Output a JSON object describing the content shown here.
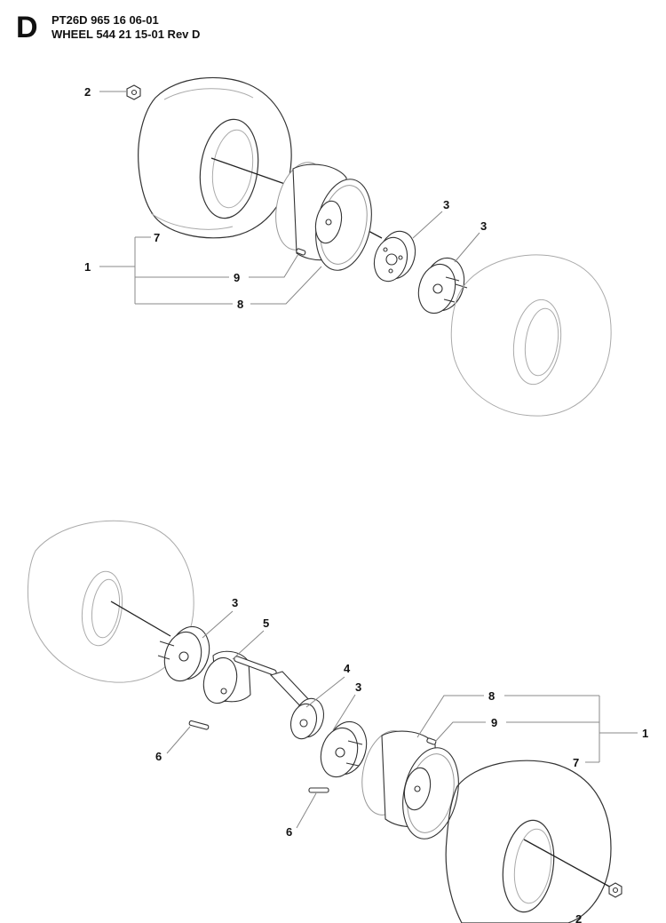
{
  "header": {
    "section_letter": "D",
    "line1": "PT26D 965 16 06-01",
    "line2": "WHEEL 544 21 15-01 Rev D"
  },
  "callouts": {
    "top": [
      {
        "label": "2"
      },
      {
        "label": "7"
      },
      {
        "label": "1"
      },
      {
        "label": "9"
      },
      {
        "label": "8"
      },
      {
        "label": "3"
      },
      {
        "label": "3"
      }
    ],
    "bottom": [
      {
        "label": "3"
      },
      {
        "label": "5"
      },
      {
        "label": "4"
      },
      {
        "label": "3"
      },
      {
        "label": "8"
      },
      {
        "label": "9"
      },
      {
        "label": "1"
      },
      {
        "label": "7"
      },
      {
        "label": "6"
      },
      {
        "label": "6"
      },
      {
        "label": "2"
      }
    ]
  }
}
